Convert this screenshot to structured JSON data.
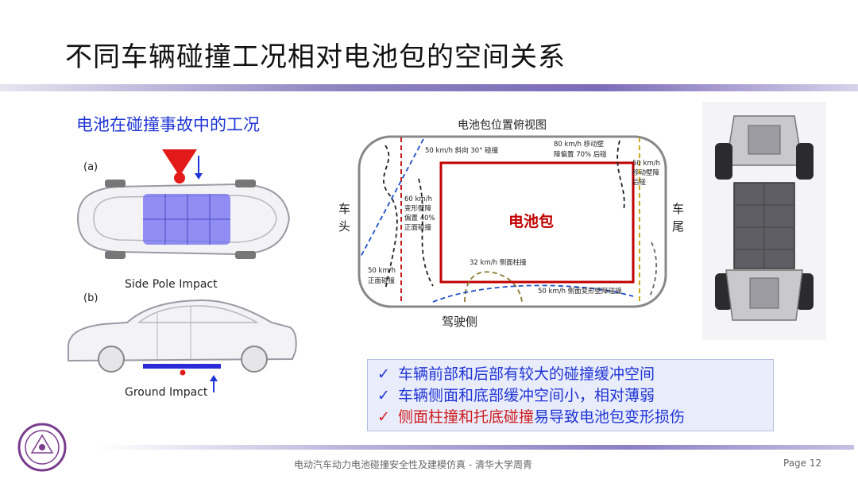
{
  "slide": {
    "title": "不同车辆碰撞工况相对电池包的空间关系",
    "subtitle": "电池在碰撞事故中的工况",
    "footer": "电动汽车动力电池碰撞安全性及建模仿真 - 清华大学周青",
    "page": "Page 12"
  },
  "left_figure": {
    "label_a": "(a)",
    "label_b": "(b)",
    "caption_a": "Side Pole Impact",
    "caption_b": "Ground Impact"
  },
  "diagram": {
    "title": "电池包位置俯视图",
    "front_label": [
      "车",
      "头"
    ],
    "rear_label": [
      "车",
      "尾"
    ],
    "driver_side": "驾驶侧",
    "battery_label": "电池包",
    "annotations": {
      "oblique": "50 km/h 斜向 30° 碰撞",
      "rear_offset": [
        "80 km/h 移动壁",
        "障偏置 70% 后碰"
      ],
      "rear_moving": [
        "50 km/h",
        "移动壁障",
        "后碰"
      ],
      "front_offset": [
        "60 km/h",
        "变形壁障",
        "偏置 40%",
        "正面碰撞"
      ],
      "front_full": [
        "50 km/h",
        "正面碰撞"
      ],
      "side_pole": "32 km/h 侧面柱撞",
      "side_barrier": "50 km/h 侧面变形壁障碰撞"
    },
    "colors": {
      "battery_border": "#c00000",
      "battery_text": "#c00000",
      "front_dash": "#c00000",
      "rear_dash": "#c8a000",
      "blue_dash": "#1f4fc8",
      "pole_dash": "#8a7a30"
    }
  },
  "checklist": {
    "items": [
      {
        "mark": "✓",
        "text": "车辆前部和后部有较大的碰撞缓冲空间",
        "color": "#1f35d6"
      },
      {
        "mark": "✓",
        "text": "车辆侧面和底部缓冲空间小，相对薄弱",
        "color": "#1f35d6"
      },
      {
        "mark": "✓",
        "text_red": "侧面柱撞和托底碰撞",
        "text_blue": "易导致电池包变形损伤",
        "color": "#d02020"
      }
    ]
  },
  "icons": {
    "logo": "tsinghua-seal-icon",
    "pole_marker": "downward-triangle-icon",
    "arrows": "arrow-icon"
  }
}
